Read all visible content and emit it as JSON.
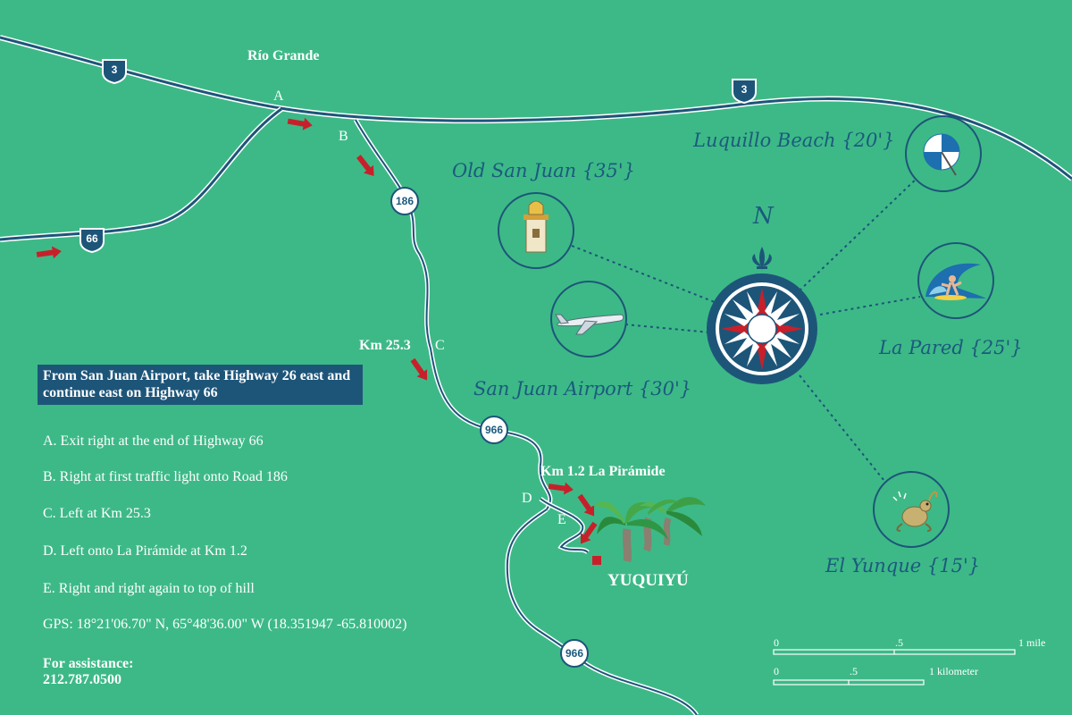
{
  "places": {
    "rio_grande": "Río Grande",
    "yuquiyu": "YUQUIYÚ",
    "km_1_2_piramide": "Km 1.2  La Pirámide",
    "km_25_3": "Km 25.3"
  },
  "waypoints": [
    "A",
    "B",
    "C",
    "D",
    "E"
  ],
  "highways": {
    "h3": "3",
    "h66": "66",
    "r186": "186",
    "r966": "966"
  },
  "destinations": [
    {
      "name": "Old San Juan {35'}",
      "icon": "lighthouse-icon"
    },
    {
      "name": "Luquillo Beach {20'}",
      "icon": "beach-umbrella-icon"
    },
    {
      "name": "San Juan Airport {30'}",
      "icon": "airplane-icon"
    },
    {
      "name": "La Pared {25'}",
      "icon": "surfer-icon"
    },
    {
      "name": "El Yunque {15'}",
      "icon": "coqui-frog-icon"
    }
  ],
  "compass": {
    "north_label": "N"
  },
  "directions": {
    "header": "From San Juan Airport, take Highway 26 east and continue east on Highway 66",
    "steps": [
      "A.  Exit right at the end of Highway 66",
      "B.  Right at first traffic light onto Road 186",
      "C.  Left at Km 25.3",
      "D.  Left onto La Pirámide at Km 1.2",
      "E.  Right and right again to top of hill"
    ],
    "gps": "GPS: 18°21'06.70\" N, 65°48'36.00\" W (18.351947 -65.810002)",
    "assistance_label": "For assistance:",
    "phone": "212.787.0500"
  },
  "scale": {
    "mile": {
      "ticks": [
        "0",
        ".5"
      ],
      "unit": "1 mile"
    },
    "km": {
      "ticks": [
        "0",
        ".5"
      ],
      "unit": "1 kilometer"
    }
  },
  "colors": {
    "background": "#3db987",
    "road": "#1d5579",
    "accent_navy": "#1b5a7e",
    "arrow_red": "#c8202a"
  }
}
